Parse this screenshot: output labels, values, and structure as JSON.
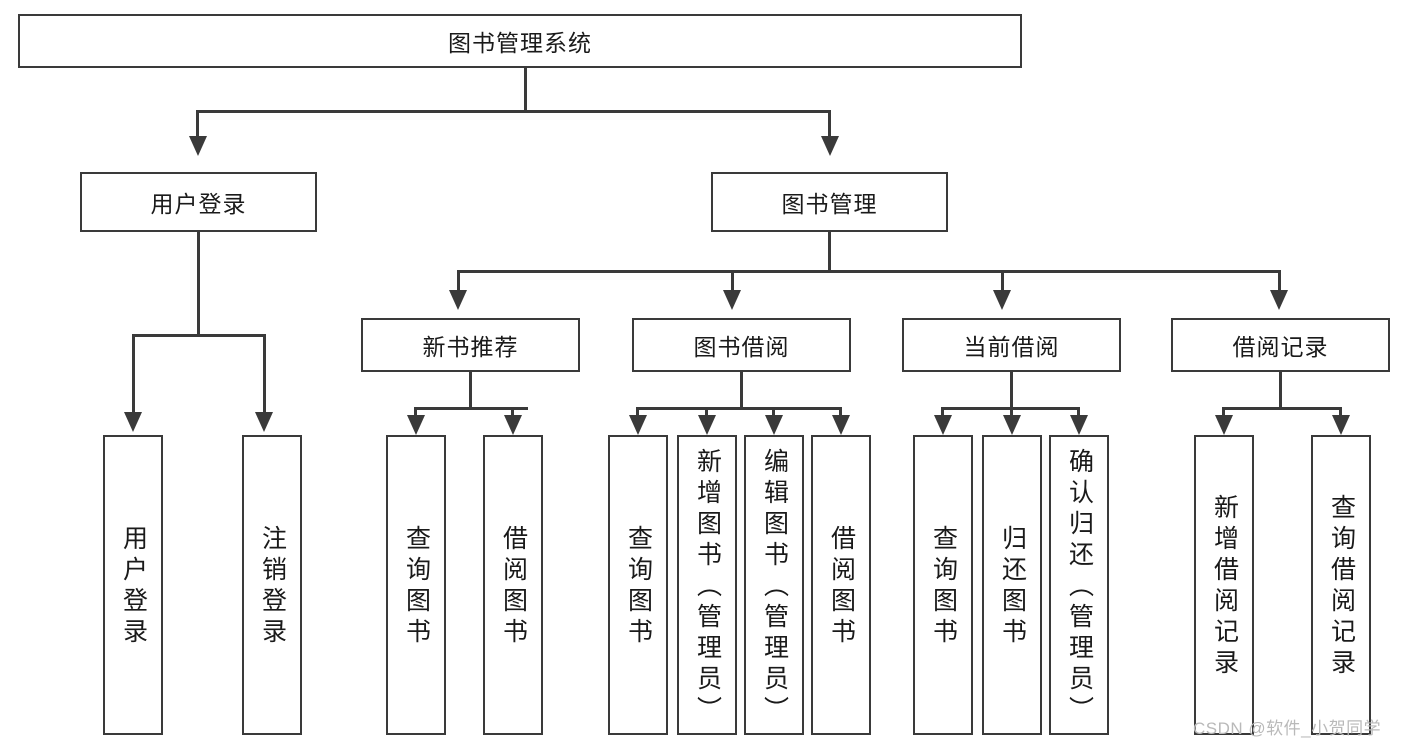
{
  "diagram": {
    "type": "tree-hierarchy",
    "root": {
      "label": "图书管理系统"
    },
    "level2": [
      {
        "id": "user-login",
        "label": "用户登录"
      },
      {
        "id": "book-management",
        "label": "图书管理"
      }
    ],
    "level3": [
      {
        "id": "new-book-recommend",
        "label": "新书推荐"
      },
      {
        "id": "book-borrow",
        "label": "图书借阅"
      },
      {
        "id": "current-borrow",
        "label": "当前借阅"
      },
      {
        "id": "borrow-record",
        "label": "借阅记录"
      }
    ],
    "leaves": [
      {
        "id": "leaf-user-login",
        "label": "用户登录",
        "parent": "user-login"
      },
      {
        "id": "leaf-logout",
        "label": "注销登录",
        "parent": "user-login"
      },
      {
        "id": "leaf-query-book-1",
        "label": "查询图书",
        "parent": "new-book-recommend"
      },
      {
        "id": "leaf-borrow-book-1",
        "label": "借阅图书",
        "parent": "new-book-recommend"
      },
      {
        "id": "leaf-query-book-2",
        "label": "查询图书",
        "parent": "book-borrow"
      },
      {
        "id": "leaf-add-book",
        "label": "新增图书（管理员）",
        "parent": "book-borrow"
      },
      {
        "id": "leaf-edit-book",
        "label": "编辑图书（管理员）",
        "parent": "book-borrow"
      },
      {
        "id": "leaf-borrow-book-2",
        "label": "借阅图书",
        "parent": "book-borrow"
      },
      {
        "id": "leaf-query-book-3",
        "label": "查询图书",
        "parent": "current-borrow"
      },
      {
        "id": "leaf-return-book",
        "label": "归还图书",
        "parent": "current-borrow"
      },
      {
        "id": "leaf-confirm-return",
        "label": "确认归还（管理员）",
        "parent": "current-borrow"
      },
      {
        "id": "leaf-add-record",
        "label": "新增借阅记录",
        "parent": "borrow-record"
      },
      {
        "id": "leaf-query-record",
        "label": "查询借阅记录",
        "parent": "borrow-record"
      }
    ],
    "colors": {
      "stroke": "#3a3a3a",
      "fill": "#ffffff",
      "text": "#1a1a1a",
      "watermark": "#b9b9b9"
    }
  },
  "watermark": {
    "text": "CSDN @软件_小贺同学"
  }
}
